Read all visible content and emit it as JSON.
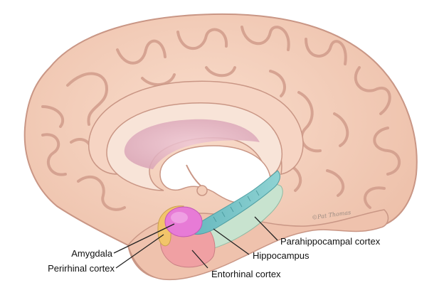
{
  "labels": {
    "amygdala": "Amygdala",
    "perirhinal": "Perirhinal cortex",
    "entorhinal": "Entorhinal cortex",
    "hippocampus": "Hippocampus",
    "parahippocampal": "Parahippocampal cortex"
  },
  "signature": "©Pat Thomas",
  "colors": {
    "cortex_fill": "#f3cdb8",
    "cortex_edge": "#c99685",
    "sulcus": "#d6a595",
    "corpus_callosum": "#f7e2d6",
    "central_pink": "#e8bcc8",
    "amygdala": "#e77bd6",
    "perirhinal": "#f2c56a",
    "entorhinal": "#f0a0a3",
    "hippocampus": "#6fc3c6",
    "parahippocampal": "#c8e3cf",
    "leader_line": "#222222"
  }
}
